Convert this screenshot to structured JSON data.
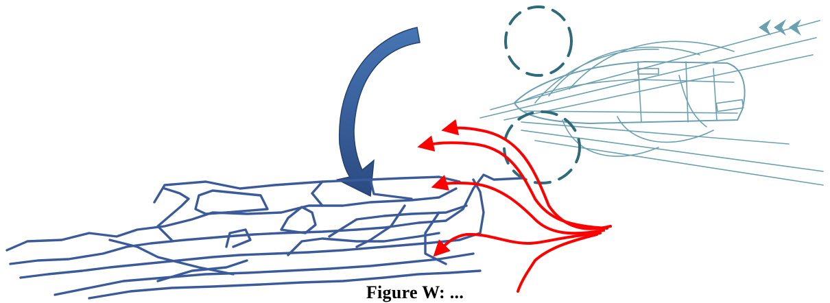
{
  "figure": {
    "caption": "Figure W: ... ",
    "colors": {
      "network": "#3a5a9a",
      "curved_arrow_top": "#3c6aa8",
      "curved_arrow_bottom": "#2c4a82",
      "flow_arrows": "#ff0000",
      "train_sketch": "#6aa0b0",
      "vortex": "#2e6a7a"
    },
    "icons": [
      "curved-arrow-icon",
      "train-sketch",
      "vortex-loops",
      "chevron-arrows-icon",
      "fracture-network",
      "red-flow-arrows"
    ]
  }
}
